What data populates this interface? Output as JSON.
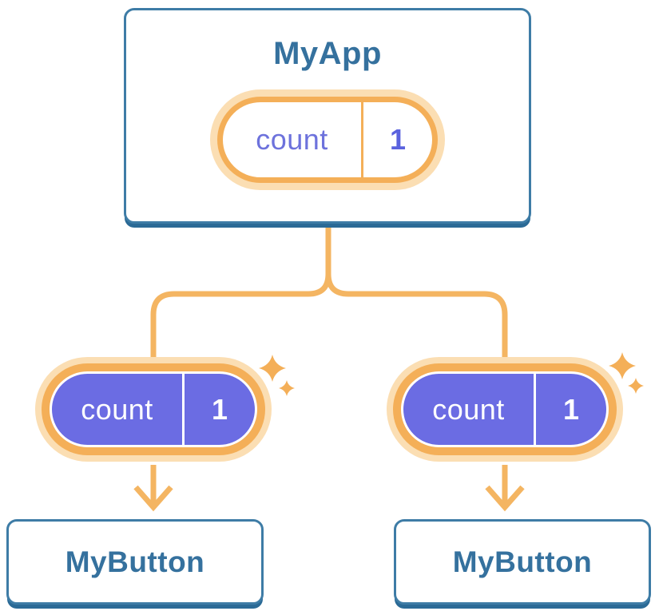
{
  "diagram": {
    "root": {
      "title": "MyApp",
      "state_pill": {
        "label": "count",
        "value": "1"
      }
    },
    "children": [
      {
        "title": "MyButton",
        "state_pill": {
          "label": "count",
          "value": "1"
        }
      },
      {
        "title": "MyButton",
        "state_pill": {
          "label": "count",
          "value": "1"
        }
      }
    ]
  },
  "icons": {
    "sparkle": "four-point-star"
  },
  "colors": {
    "card_border": "#3E7CA6",
    "card_shadow": "#2B6A96",
    "title_text": "#35719E",
    "pill_ring_orange": "#F4AF58",
    "pill_glow_peach": "#FBDEB3",
    "pill_purple_fill": "#6B6CE3",
    "pill_label_purple": "#6D72DC",
    "pill_value_purple": "#5A62DE",
    "pill_text_white": "#FFFFFF",
    "connector_orange": "#F4B562",
    "background": "#FFFFFF"
  }
}
